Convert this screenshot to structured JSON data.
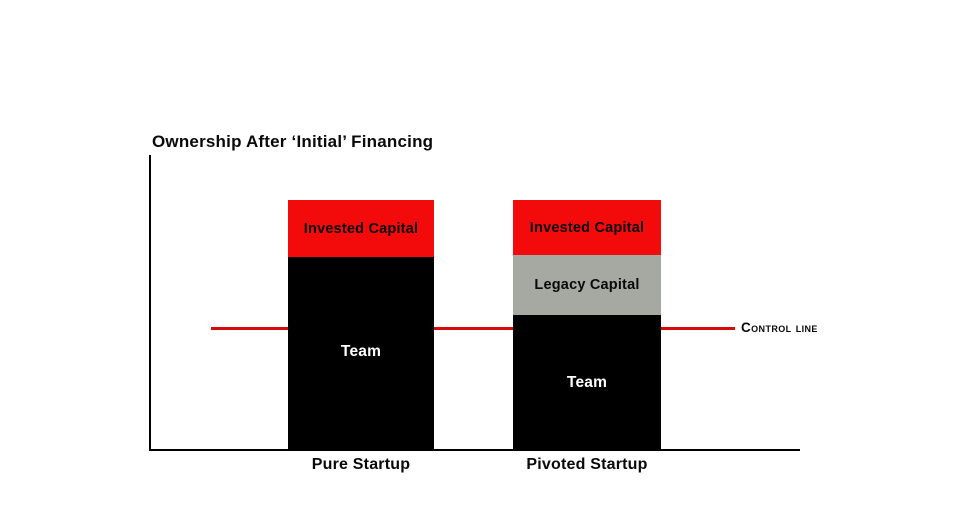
{
  "title": "Ownership After ‘Initial’ Financing",
  "colors": {
    "invested_capital": "#f30b0b",
    "legacy_capital": "#a5a9a1",
    "team": "#000000",
    "control_line": "#d60b0b",
    "axis": "#000000",
    "background": "#ffffff"
  },
  "bar_pure": {
    "label": "Pure Startup",
    "invested": "Invested Capital",
    "team": "Team"
  },
  "bar_pivoted": {
    "label": "Pivoted Startup",
    "invested": "Invested Capital",
    "legacy": "Legacy Capital",
    "team": "Team"
  },
  "control_line": {
    "label": "Control line"
  },
  "chart_data": {
    "type": "bar",
    "stacked": true,
    "title": "Ownership After ‘Initial’ Financing",
    "categories": [
      "Pure Startup",
      "Pivoted Startup"
    ],
    "series": [
      {
        "name": "Team",
        "color": "#000000",
        "values": [
          77,
          54
        ]
      },
      {
        "name": "Legacy Capital",
        "color": "#a5a9a1",
        "values": [
          0,
          24
        ]
      },
      {
        "name": "Invested Capital",
        "color": "#f30b0b",
        "values": [
          23,
          22
        ]
      }
    ],
    "ylim": [
      0,
      100
    ],
    "xlabel": "",
    "ylabel": "",
    "grid": false,
    "legend_position": "none (segment labels drawn inside bars)",
    "annotations": [
      {
        "type": "horizontal-line",
        "label": "Control line",
        "y_percent": 49,
        "color": "#d60b0b",
        "label_position": "right"
      }
    ]
  }
}
